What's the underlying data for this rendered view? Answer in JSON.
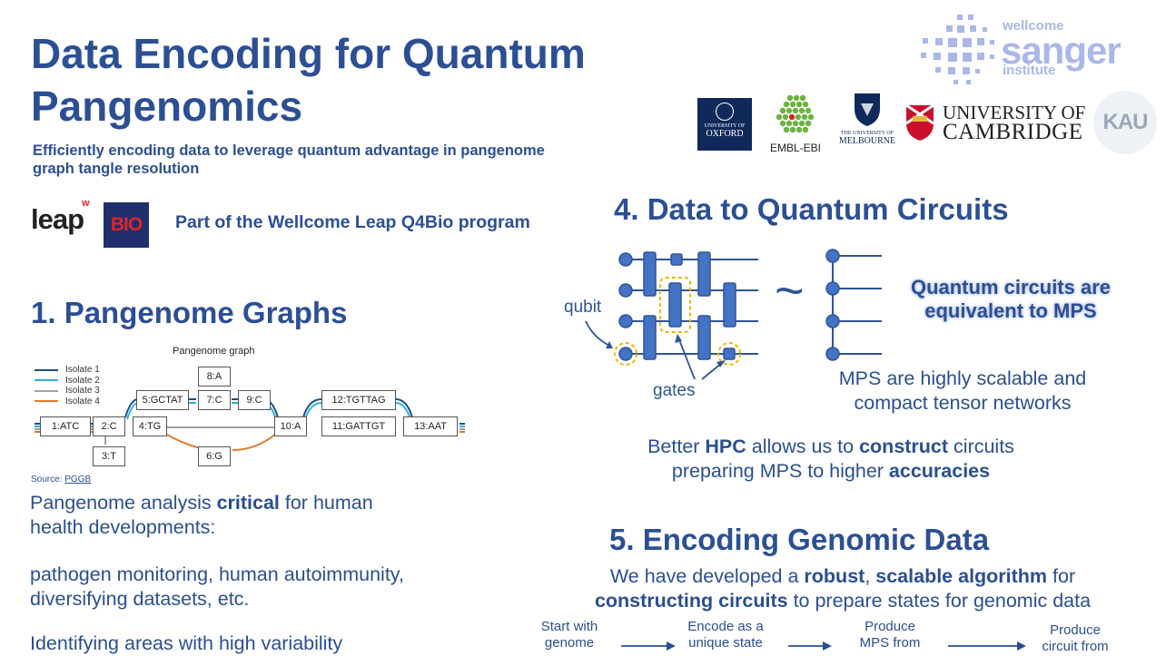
{
  "header": {
    "title_line1": "Data Encoding for Quantum",
    "title_line2": "Pangenomics",
    "subtitle_line1": "Efficiently encoding data to leverage quantum advantage in pangenome",
    "subtitle_line2": "graph tangle resolution"
  },
  "logos": {
    "wellcome": "wellcome",
    "sanger": "sanger",
    "institute": "institute",
    "oxford_line1": "UNIVERSITY OF",
    "oxford_line2": "OXFORD",
    "embl": "EMBL-EBI",
    "melbourne_line1": "THE UNIVERSITY OF",
    "melbourne_line2": "MELBOURNE",
    "cambridge_line1": "UNIVERSITY OF",
    "cambridge_line2": "CAMBRIDGE",
    "kau": "KAU",
    "leap": "leap",
    "leap_sup": "w",
    "bio": "BIO"
  },
  "program": {
    "text": "Part of the Wellcome Leap Q4Bio program"
  },
  "section1": {
    "heading": "1. Pangenome Graphs",
    "graph_title": "Pangenome graph",
    "legend": [
      "Isolate 1",
      "Isolate 2",
      "Isolate 3",
      "Isolate 4"
    ],
    "legend_colors": [
      "#1f4e79",
      "#2fb0e0",
      "#a0a0a0",
      "#e07b2a"
    ],
    "nodes": [
      "1:ATC",
      "2:C",
      "3:T",
      "4:TG",
      "5:GCTAT",
      "8:A",
      "7:C",
      "9:C",
      "6:G",
      "10:A",
      "12:TGTTAG",
      "11:GATTGT",
      "13:AAT"
    ],
    "source_label": "Source:",
    "source_link": "PGGB",
    "p1_pre": "Pangenome analysis ",
    "p1_bold": "critical",
    "p1_post": " for human",
    "p1_line2": "health developments:",
    "p2_line1": "pathogen monitoring, human autoimmunity,",
    "p2_line2": "diversifying datasets, etc.",
    "p3_line1": "Identifying areas with high variability"
  },
  "section4": {
    "heading": "4. Data to Quantum Circuits",
    "qubit_label": "qubit",
    "gates_label": "gates",
    "tilde": "~",
    "equiv_line1": "Quantum circuits are",
    "equiv_line2": "equivalent to MPS",
    "mps_line1": "MPS are highly scalable and",
    "mps_line2": "compact tensor networks",
    "hpc_1": "Better ",
    "hpc_2": "HPC",
    "hpc_3": " allows us to ",
    "hpc_4": "construct",
    "hpc_5": " circuits",
    "hpc_6": "preparing MPS to higher ",
    "hpc_7": "accuracies"
  },
  "section5": {
    "heading": "5. Encoding Genomic Data",
    "l1_a": "We have developed a ",
    "l1_b": "robust",
    "l1_c": ", ",
    "l1_d": "scalable algorithm",
    "l1_e": " for",
    "l2_a": "constructing circuits",
    "l2_b": " to prepare states for genomic data",
    "flow": [
      {
        "line1": "Start with",
        "line2": "genome"
      },
      {
        "line1": "Encode as a",
        "line2": "unique state"
      },
      {
        "line1": "Produce",
        "line2": "MPS from"
      },
      {
        "line1": "Produce",
        "line2": "circuit from"
      }
    ]
  }
}
